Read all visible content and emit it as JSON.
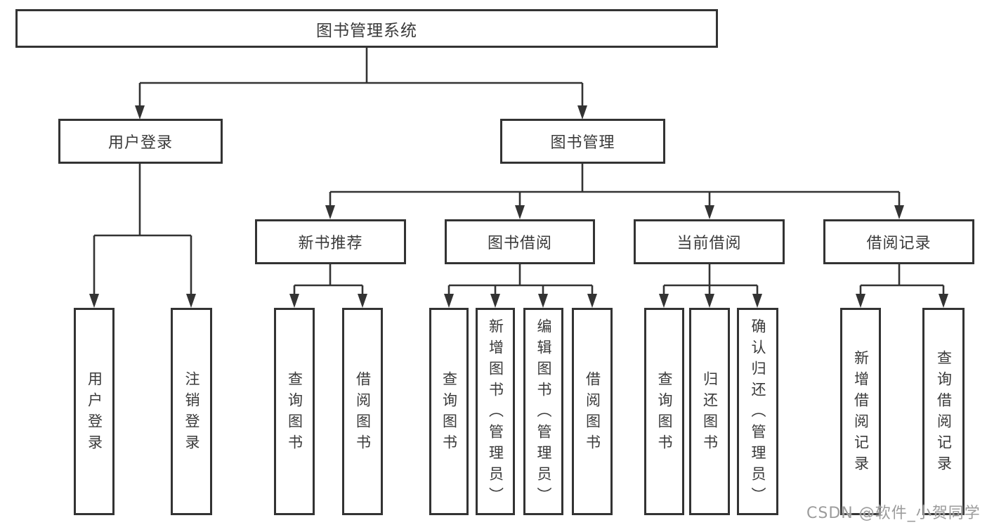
{
  "tree": {
    "root": {
      "label": "图书管理系统"
    },
    "branches": [
      {
        "label": "用户登录",
        "children": [
          {
            "label": "用户登录"
          },
          {
            "label": "注销登录"
          }
        ]
      },
      {
        "label": "图书管理",
        "children": [
          {
            "label": "新书推荐",
            "children": [
              {
                "label": "查询图书"
              },
              {
                "label": "借阅图书"
              }
            ]
          },
          {
            "label": "图书借阅",
            "children": [
              {
                "label": "查询图书"
              },
              {
                "label": "新增图书（管理员）"
              },
              {
                "label": "编辑图书（管理员）"
              },
              {
                "label": "借阅图书"
              }
            ]
          },
          {
            "label": "当前借阅",
            "children": [
              {
                "label": "查询图书"
              },
              {
                "label": "归还图书"
              },
              {
                "label": "确认归还（管理员）"
              }
            ]
          },
          {
            "label": "借阅记录",
            "children": [
              {
                "label": "新增借阅记录"
              },
              {
                "label": "查询借阅记录"
              }
            ]
          }
        ]
      }
    ]
  },
  "watermark": {
    "text": "CSDN @软件_小贺同学"
  },
  "colors": {
    "line": "#333333",
    "border": "#333333",
    "text": "#3a3a3a",
    "background": "#ffffff",
    "watermark": "#9c9c9c"
  }
}
